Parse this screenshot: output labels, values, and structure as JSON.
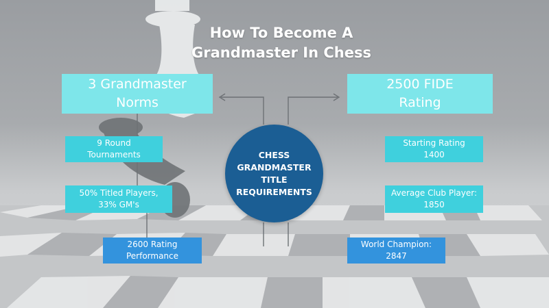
{
  "title": {
    "line1": "How To Become A",
    "line2": "Grandmaster In Chess"
  },
  "center": {
    "line1": "CHESS",
    "line2": "GRANDMASTER",
    "line3": "TITLE",
    "line4": "REQUIREMENTS"
  },
  "left_branch": {
    "main": {
      "line1": "3 Grandmaster",
      "line2": "Norms"
    },
    "items": [
      {
        "line1": "9 Round",
        "line2": "Tournaments"
      },
      {
        "line1": "50% Titled Players,",
        "line2": "33% GM's"
      },
      {
        "line1": "2600 Rating",
        "line2": "Performance"
      }
    ]
  },
  "right_branch": {
    "main": {
      "line1": "2500 FIDE",
      "line2": "Rating"
    },
    "items": [
      {
        "line1": "Starting Rating",
        "line2": "1400"
      },
      {
        "line1": "Average Club Player:",
        "line2": "1850"
      },
      {
        "line1": "World Champion:",
        "line2": "2847"
      }
    ]
  },
  "colors": {
    "main_box": "#7ee6ea",
    "mid_box": "#3fd0dd",
    "dark_box": "#3393dd",
    "circle": "#1b5e94",
    "text": "#ffffff"
  }
}
